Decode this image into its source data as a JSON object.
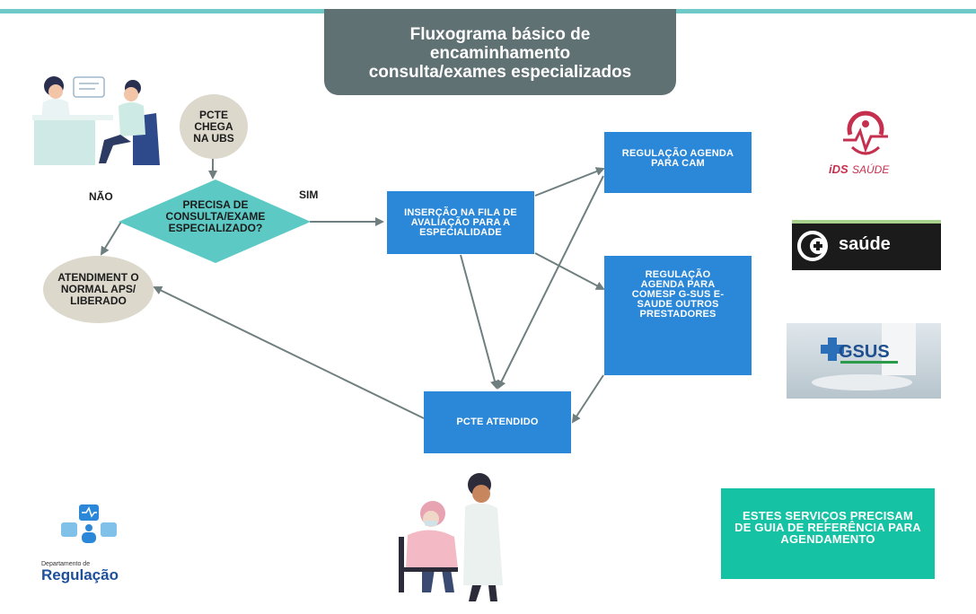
{
  "title": {
    "line1": "Fluxograma básico de",
    "line2": "encaminhamento",
    "line3": "consulta/exames especializados"
  },
  "nodes": {
    "pcte_chega": "PCTE CHEGA NA UBS",
    "decision": "PRECISA DE CONSULTA/EXAME ESPECIALIZADO?",
    "atendimento": "ATENDIMENT O NORMAL APS/ LIBERADO",
    "insercao": "INSERÇÃO NA FILA DE AVALIAÇÃO PARA A ESPECIALIDADE",
    "regulacao_cam": "REGULAÇÃO AGENDA PARA CAM",
    "regulacao_outros": "REGULAÇÃO AGENDA PARA COMESP G-SUS E-SAUDE OUTROS PRESTADORES",
    "pcte_atendido": "PCTE ATENDIDO"
  },
  "labels": {
    "nao": "NÃO",
    "sim": "SIM"
  },
  "guide_note": "ESTES SERVIÇOS PRECISAM DE GUIA DE REFERÊNCIA PARA AGENDAMENTO",
  "logos": {
    "ids_brand": "iDS",
    "ids_suffix": "SAÚDE",
    "esaude": "saúde",
    "gsus": "GSUS",
    "dept_small": "Departamento de",
    "dept_big": "Regulação"
  },
  "colors": {
    "title_bg": "#607174",
    "box_blue": "#2b88d8",
    "diamond": "#5cc9c5",
    "circle": "#dcd8cc",
    "note": "#16c2a4",
    "arrow": "#6f7f80",
    "topbar": "#6fc9c9"
  }
}
